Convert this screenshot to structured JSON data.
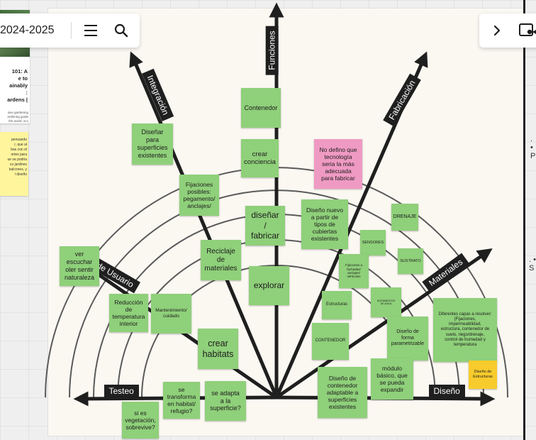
{
  "board_title": "2024-2025",
  "left_card": {
    "title": "101: A\ne to\nainably\n:\nardens |",
    "description": "sive gardening\nenthiring guide\nthe world, sco\npartilla",
    "note": "pensando\nr, que al\nbas con el\nortes para\nue se podria\nco jardines\nbalcones, y\nl diseño"
  },
  "radar_axes": [
    {
      "label": "Funciones",
      "angle_deg": 90
    },
    {
      "label": "Integración",
      "angle_deg": 114
    },
    {
      "label": "Fabricación",
      "angle_deg": 60
    },
    {
      "label": "o de Usuario",
      "angle_deg": 155
    },
    {
      "label": "Materiales",
      "angle_deg": 25
    },
    {
      "label": "Testeo",
      "angle_deg": 180
    },
    {
      "label": "Diseño",
      "angle_deg": 0
    }
  ],
  "notes": [
    {
      "text": "Contenedor",
      "color": "green"
    },
    {
      "text": "crear\nconciencia",
      "color": "green"
    },
    {
      "text": "diseñar\n/\nfabricar",
      "color": "green"
    },
    {
      "text": "explorar",
      "color": "green"
    },
    {
      "text": "Diseñar\npara\nsuperficies\nexistentes",
      "color": "green"
    },
    {
      "text": "Fijaciones\nposibles:\npegamento/\nanclajes/",
      "color": "green"
    },
    {
      "text": "Reciclaje\nde\nmateriales",
      "color": "green"
    },
    {
      "text": "crear\nhabitats",
      "color": "green"
    },
    {
      "text": "ver\nescuchar\noler sentir\nnaturaleza",
      "color": "green"
    },
    {
      "text": "Reducción\nde\ntemperatura\ninterior",
      "color": "green"
    },
    {
      "text": "Mantenimiento/\ncuidado",
      "color": "green"
    },
    {
      "text": "se\ntransforma\nen habitat/\nrefugio?",
      "color": "green"
    },
    {
      "text": "se adapta\na la\nsuperficie?",
      "color": "green"
    },
    {
      "text": "si es\nvegetación,\nsobrevive?",
      "color": "green"
    },
    {
      "text": "No defino que\ntecnología\nseria la más\nadecuada\npara  fabricar",
      "color": "pink"
    },
    {
      "text": "Diseño nuevo\na partir de\ntipos de\ncubiertas\nexistentes",
      "color": "green"
    },
    {
      "text": "DRENAJE",
      "color": "green"
    },
    {
      "text": "SENSORES",
      "color": "green"
    },
    {
      "text": "SUSTRATO",
      "color": "green"
    },
    {
      "text": "Fijaciones a\nfachadas/\nanclajes/\nvehículos",
      "color": "green"
    },
    {
      "text": "Estructuras",
      "color": "green"
    },
    {
      "text": "ADITAMENTOS\nDE AGUA",
      "color": "green"
    },
    {
      "text": "CONTENEDOR",
      "color": "green"
    },
    {
      "text": "Diseño de\nforma\nparametrizable",
      "color": "green"
    },
    {
      "text": "Diferentes capas a resolver:\n(Fijaciones,\nimpermeabilidad,\nestructura, contenedor de\nsuelo, riego/drenaje,\ncontrol de humedad y\ntemperatura",
      "color": "green"
    },
    {
      "text": "Diseño de\nEstructuras",
      "color": "yellow"
    },
    {
      "text": "módulo\nbásico, que\nse pueda\nexpandir",
      "color": "green"
    },
    {
      "text": "Diseño de\ncontenedor\nadaptable a\nsuperficies\nexistentes",
      "color": "green"
    }
  ],
  "edge_marks": [
    ". •\nP",
    ". •\nS"
  ],
  "colors": {
    "green": "#8fd07a",
    "pink": "#ef9ac3",
    "yellow": "#f7cb2c",
    "axis": "#1f1f1f",
    "ring": "#555555"
  },
  "icons": [
    "menu-icon",
    "search-icon",
    "chevron-right-icon",
    "present-icon"
  ]
}
